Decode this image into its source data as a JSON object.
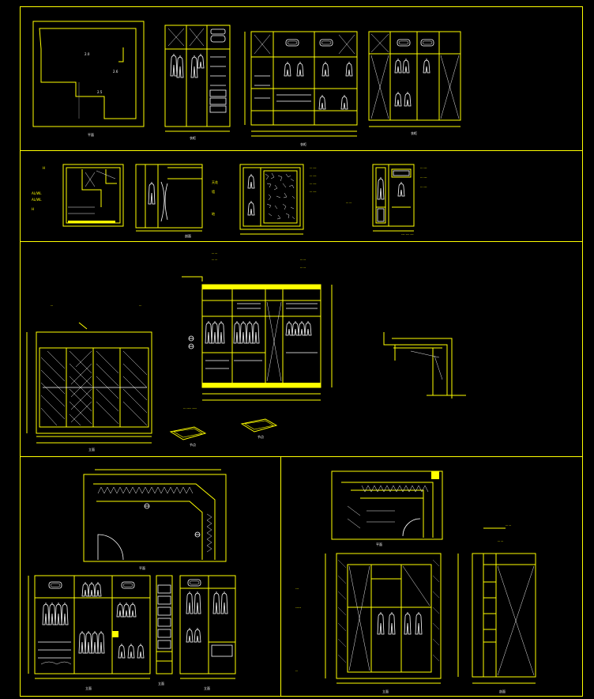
{
  "sheet": {
    "background": "#000000",
    "line_color": "#ffff00",
    "detail_color": "#ffffff",
    "panel_count": 5
  },
  "panels": [
    {
      "id": "row1",
      "views": [
        "plan",
        "elevation-a",
        "elevation-b",
        "elevation-c"
      ]
    },
    {
      "id": "row2",
      "views": [
        "plan-small",
        "section-a",
        "elevation-mosaic",
        "elevation-detail"
      ]
    },
    {
      "id": "row3",
      "views": [
        "elevation-sliding-doors",
        "elevation-interior",
        "corner-detail",
        "handle-details"
      ]
    },
    {
      "id": "row4-left",
      "views": [
        "walk-in-plan",
        "elevation-1",
        "elevation-narrow",
        "elevation-2"
      ]
    },
    {
      "id": "row4-right",
      "views": [
        "plan-small-2",
        "elevation-3",
        "section-b"
      ]
    }
  ],
  "icons": {
    "hanging_garment": "coat-hanger-icon",
    "door_swing": "door-swing-icon",
    "section_marker": "section-marker-icon"
  }
}
